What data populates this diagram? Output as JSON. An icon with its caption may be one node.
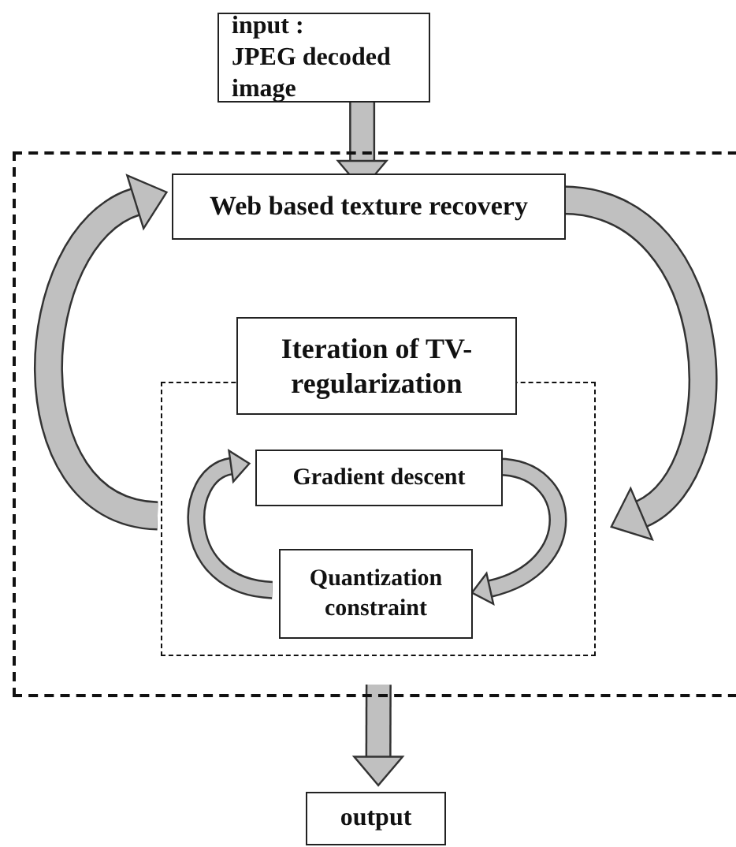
{
  "diagram": {
    "nodes": [
      {
        "text": [
          "input :",
          "JPEG decoded image"
        ]
      },
      {
        "text": [],
        "shape": "box"
      },
      {
        "text": [
          "Web based texture recovery"
        ],
        "in": 1
      },
      {
        "text": [],
        "shape": "box",
        "in": 1
      },
      {
        "text": [
          "Iteration of TV-regularization"
        ],
        "in": 1
      },
      {
        "text": [
          "Gradient descent"
        ],
        "in": 3
      },
      {
        "text": [
          "Quantization constraint"
        ],
        "in": 3
      },
      {
        "text": [
          "output"
        ]
      }
    ],
    "edges": [
      {
        "from": 0,
        "to": 1,
        "arrow": "to"
      },
      {
        "from": 2,
        "to": 3,
        "arrow": "to"
      },
      {
        "from": 3,
        "to": 2,
        "arrow": "to"
      },
      {
        "from": 5,
        "to": 6,
        "arrow": "to"
      },
      {
        "from": 6,
        "to": 5,
        "arrow": "to"
      },
      {
        "from": 1,
        "to": 7,
        "arrow": "to"
      }
    ]
  }
}
